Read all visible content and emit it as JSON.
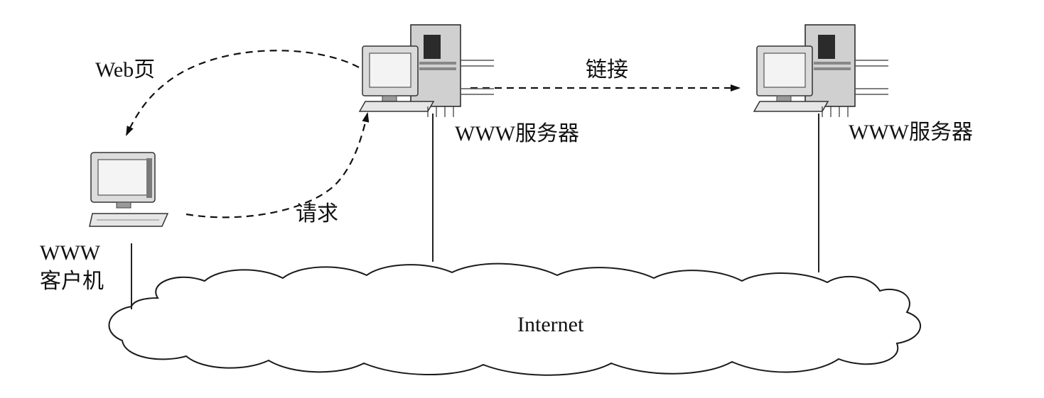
{
  "labels": {
    "web_page": "Web页",
    "request": "请求",
    "link": "链接",
    "server_left": "WWW服务器",
    "server_right": "WWW服务器",
    "client_line1": "WWW",
    "client_line2": "客户机",
    "cloud": "Internet"
  }
}
